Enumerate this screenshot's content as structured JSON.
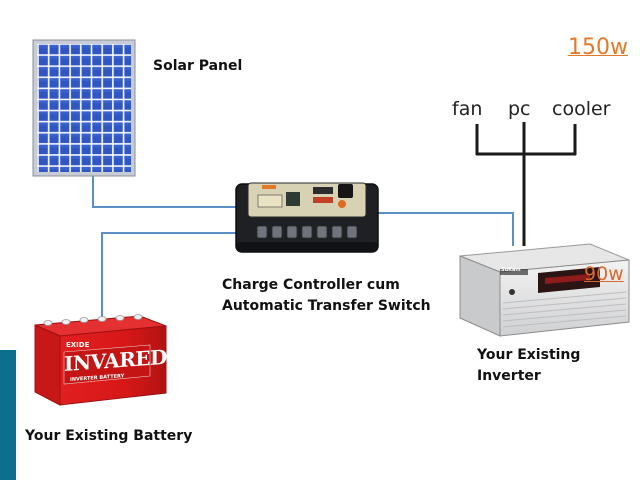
{
  "labels": {
    "solar_panel": "Solar Panel",
    "controller_line1": "Charge Controller cum",
    "controller_line2": "Automatic Transfer Switch",
    "inverter": "Your Existing Inverter",
    "battery": "Your Existing Battery"
  },
  "loads": {
    "fan": "fan",
    "pc": "pc",
    "cooler": "cooler"
  },
  "power": {
    "total": "150w",
    "inverter_load": "90w"
  },
  "device_text": {
    "battery_brand_top": "EXIDE",
    "battery_brand": "INVARED",
    "battery_sub": "INVERTER BATTERY",
    "inverter_brand": "SuKam"
  },
  "colors": {
    "wire_blue": "#5b8fc8",
    "load_wire": "#1a1a1a",
    "accent_orange": "#e07a2a",
    "left_strip": "#0c6f8e"
  }
}
